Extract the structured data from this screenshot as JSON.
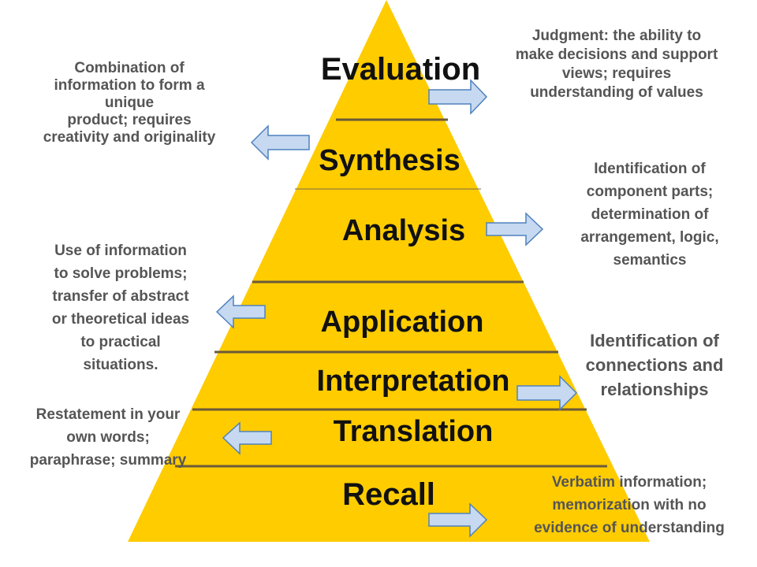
{
  "diagram": {
    "colors": {
      "pyramid_fill": "#FFCC00",
      "divider": "#6B5A3A",
      "arrow_fill": "#C6D9F1",
      "arrow_stroke": "#4F81BD",
      "level_text": "#111111",
      "desc_text": "#555555"
    },
    "levels": [
      {
        "label": "Evaluation"
      },
      {
        "label": "Synthesis"
      },
      {
        "label": "Analysis"
      },
      {
        "label": "Application"
      },
      {
        "label": "Interpretation"
      },
      {
        "label": "Translation"
      },
      {
        "label": "Recall"
      }
    ],
    "descriptions": {
      "evaluation": [
        "Judgment: the ability to",
        "make decisions and support",
        "views; requires",
        "understanding of values"
      ],
      "synthesis": [
        "Combination of",
        "information to form a",
        "unique",
        "product; requires",
        "creativity and originality"
      ],
      "analysis": [
        "Identification of",
        "component parts;",
        "determination of",
        "arrangement, logic,",
        "semantics"
      ],
      "application": [
        "Use of information",
        "to solve problems;",
        "transfer of abstract",
        "or theoretical ideas",
        "to practical",
        "situations."
      ],
      "interpretation": [
        "Identification of",
        "connections and",
        "relationships"
      ],
      "translation": [
        "Restatement in your",
        "own words;",
        "paraphrase; summary"
      ],
      "recall": [
        "Verbatim information;",
        "memorization with no",
        "evidence of understanding"
      ]
    }
  }
}
